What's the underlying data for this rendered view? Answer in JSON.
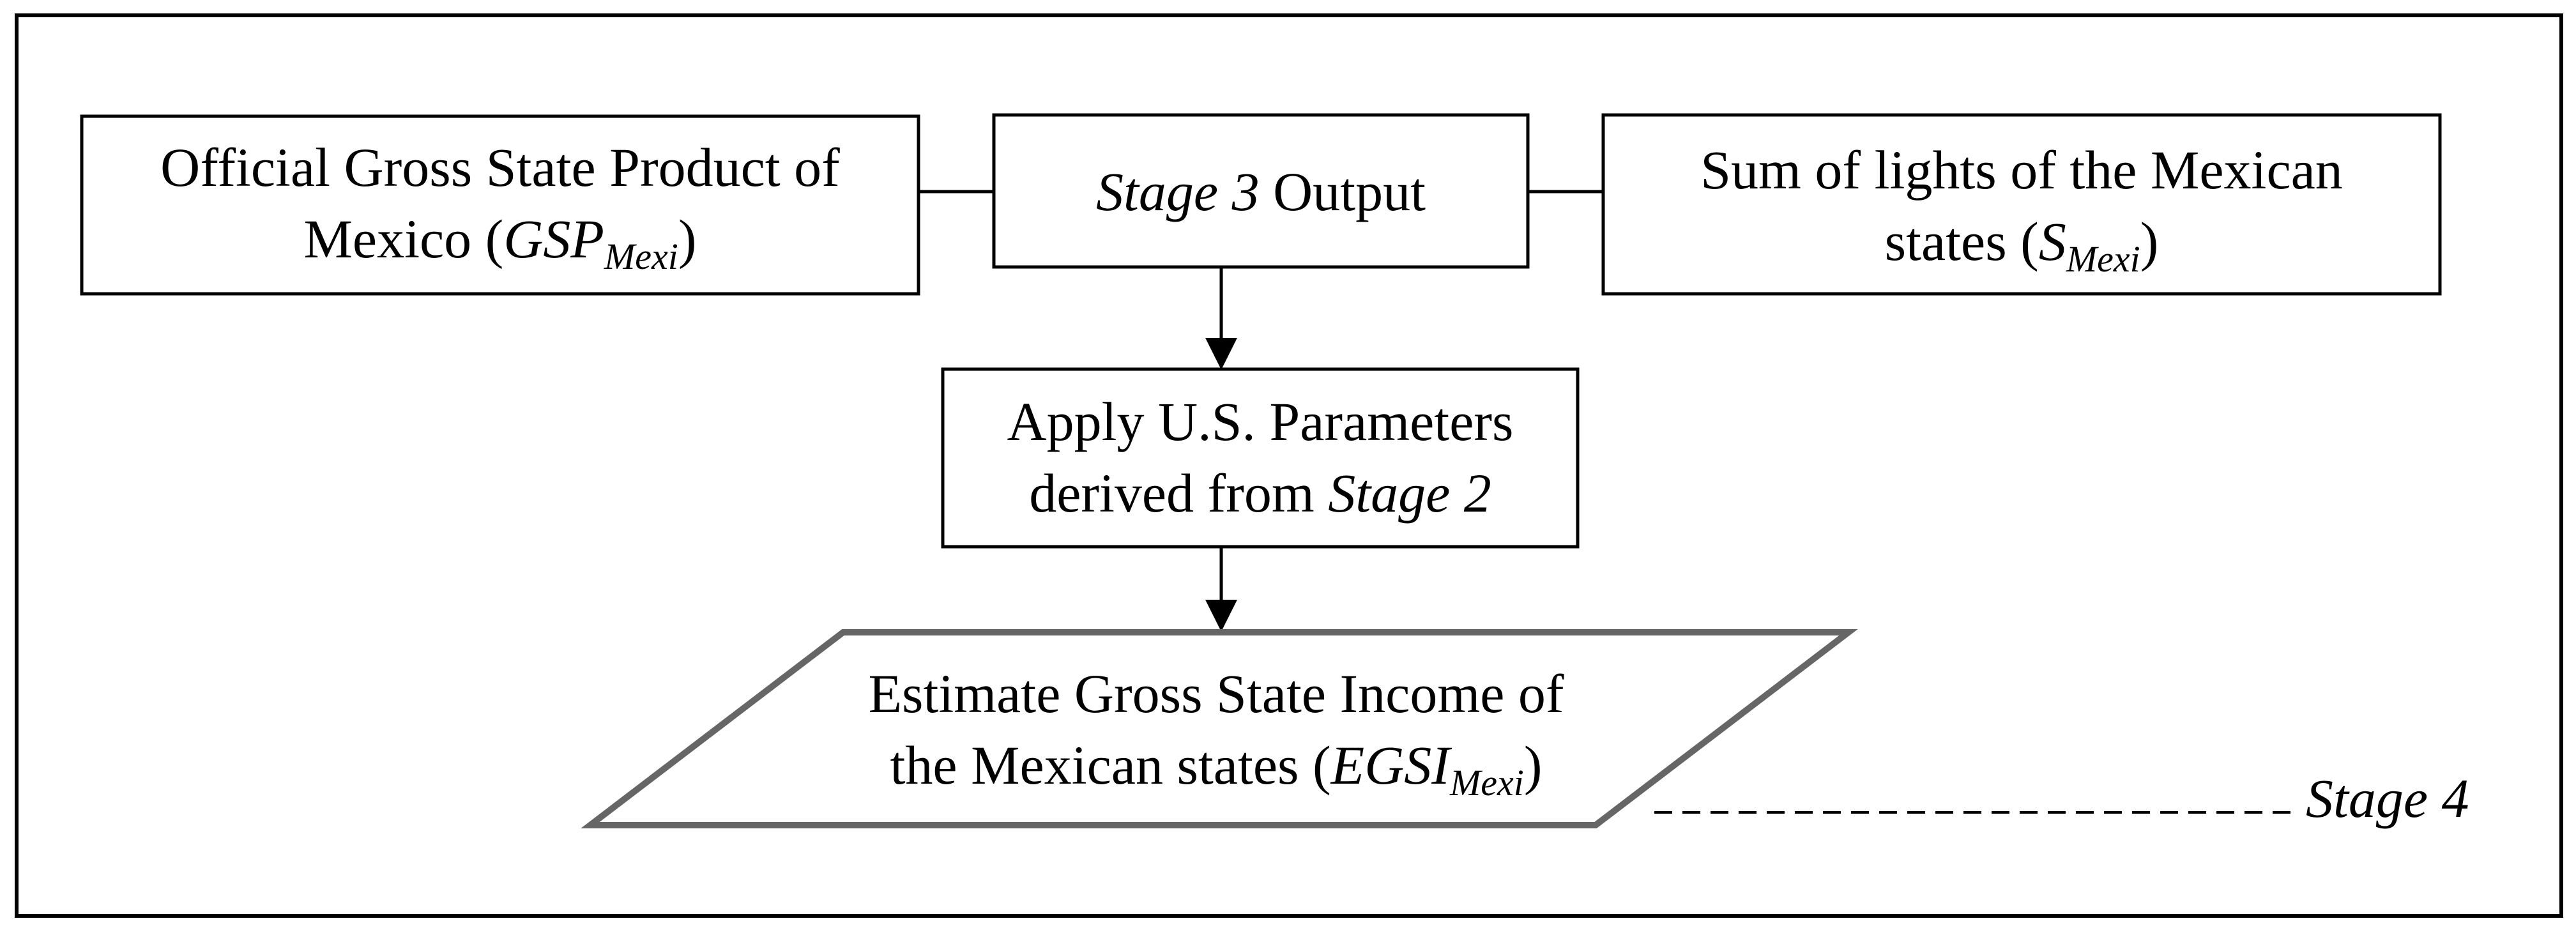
{
  "boxes": {
    "gsp": {
      "line1": "Official Gross State Product of",
      "line2_prefix": "Mexico (",
      "line2_var": "GSP",
      "line2_sub": "Mexi",
      "line2_suffix": ")"
    },
    "stage3": {
      "stage": "Stage 3",
      "suffix": " Output"
    },
    "lights": {
      "line1": "Sum of lights of the Mexican",
      "line2_prefix": "states (",
      "line2_var": "S",
      "line2_sub": "Mexi",
      "line2_suffix": ")"
    },
    "apply": {
      "line1": "Apply U.S. Parameters",
      "line2_prefix": "derived from ",
      "line2_stage": "Stage 2"
    },
    "estimate": {
      "line1": "Estimate Gross State Income of",
      "line2_prefix": "the Mexican states (",
      "line2_var": "EGSI",
      "line2_sub": "Mexi",
      "line2_suffix": ")"
    }
  },
  "stage_label": "Stage 4"
}
